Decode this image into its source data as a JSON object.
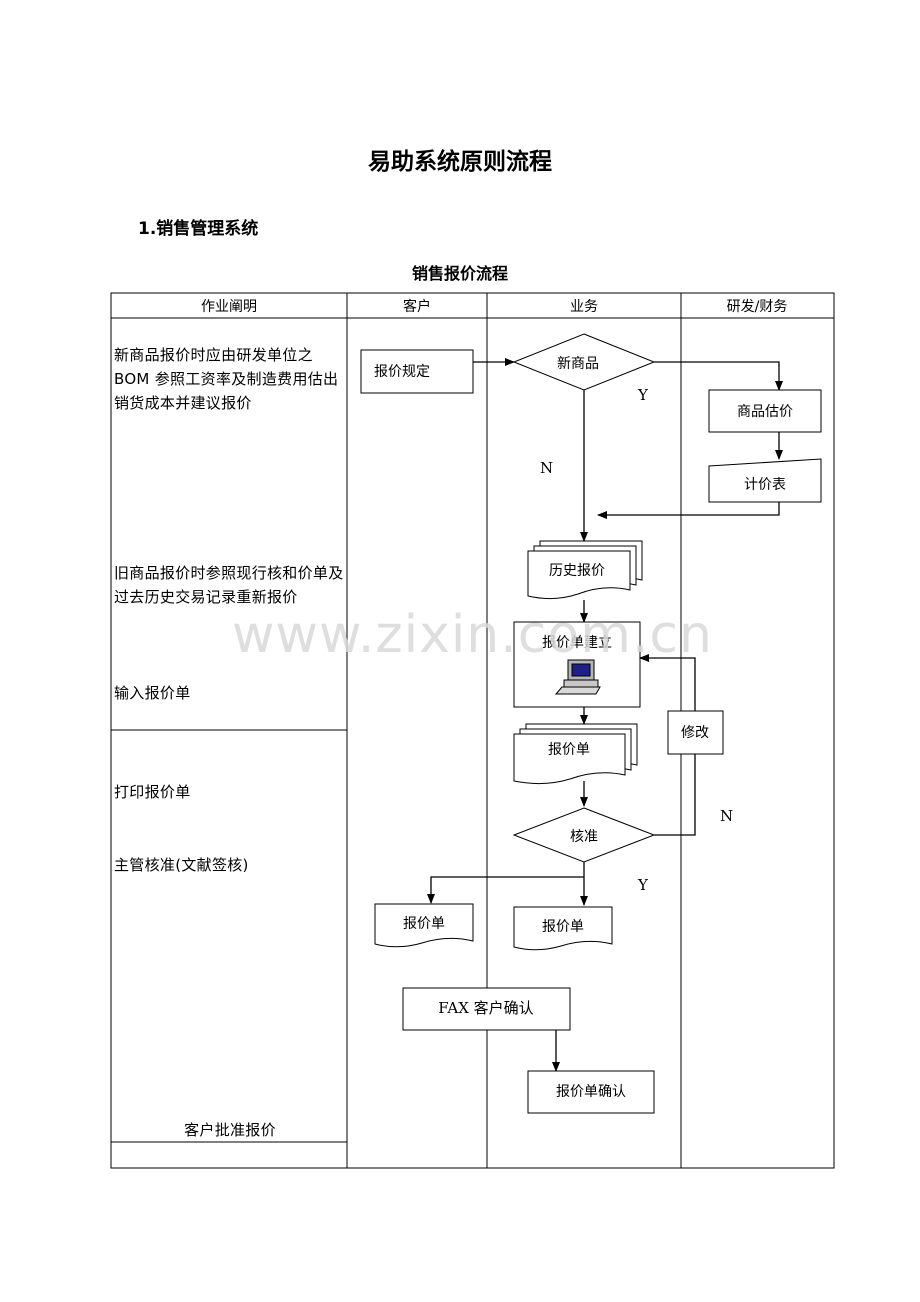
{
  "document": {
    "title": "易助系统原则流程",
    "section_heading": "1.销售管理系统",
    "chart_title": "销售报价流程"
  },
  "table": {
    "headers": [
      "作业阐明",
      "客户",
      "业务",
      "研发/财务"
    ],
    "descriptions": {
      "new_product": "新商品报价时应由研发单位之BOM 参照工资率及制造费用估出销货成本并建议报价",
      "old_product": "旧商品报价时参照现行核和价单及过去历史交易记录重新报价",
      "input": "输入报价单",
      "print": "打印报价单",
      "approve": "主管核准(文献签核)",
      "customer_approve": "客户批准报价"
    }
  },
  "flow": {
    "quote_rules": "报价规定",
    "new_product_decision": "新商品",
    "product_estimate": "商品估价",
    "pricing_table": "计价表",
    "history_quotes": "历史报价",
    "quote_create": "报价单建立",
    "quote_doc": "报价单",
    "revise": "修改",
    "approve_decision": "核准",
    "customer_quote": "报价单",
    "sales_quote": "报价单",
    "fax_confirm": "FAX 客户确认",
    "quote_confirm": "报价单确认",
    "yes_1": "Y",
    "no_1": "N",
    "yes_2": "Y",
    "no_2": "N"
  },
  "icons": {
    "computer": "computer-icon"
  },
  "watermark": "www.zixin.com.cn"
}
